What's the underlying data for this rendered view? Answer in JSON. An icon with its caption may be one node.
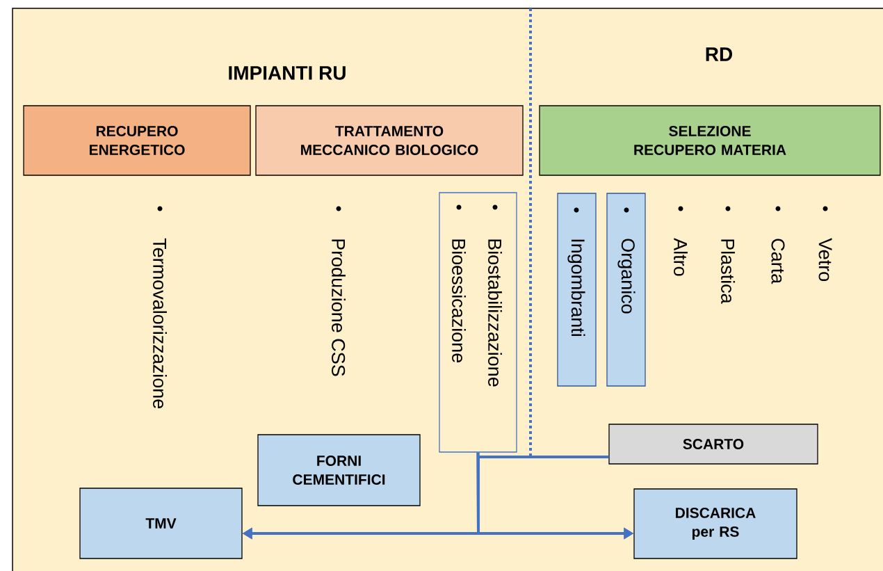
{
  "diagram": {
    "nodes": [
      {
        "text": [
          "RECUPERO ENERGETICO"
        ]
      },
      {
        "text": [
          "TRATTAMENTO MECCANICO BIOLOGICO"
        ]
      },
      {
        "text": [
          "SELEZIONE RECUPERO MATERIA"
        ]
      },
      {
        "text": [
          "Biostabilizzazione",
          "Bioessicazione"
        ]
      },
      {
        "text": [
          "Ingombranti"
        ]
      },
      {
        "text": [
          "Organico"
        ]
      },
      {
        "text": [
          "SCARTO"
        ]
      },
      {
        "text": [
          "FORNI CEMENTIFICI"
        ]
      },
      {
        "text": [
          "TMV"
        ]
      },
      {
        "text": [
          "DISCARICA per RS"
        ]
      }
    ],
    "edges": [
      {
        "from": 3,
        "to": 8,
        "arrow": "to"
      },
      {
        "from": 3,
        "to": 9,
        "arrow": "to"
      },
      {
        "from": 6,
        "to": 8,
        "arrow": "to"
      },
      {
        "from": 6,
        "to": 9,
        "arrow": "to"
      }
    ],
    "labels": [
      "IMPIANTI RU",
      "RD",
      "Termovalorizzazione",
      "Produzione CSS",
      "Altro",
      "Plastica",
      "Carta",
      "Vetro"
    ]
  }
}
